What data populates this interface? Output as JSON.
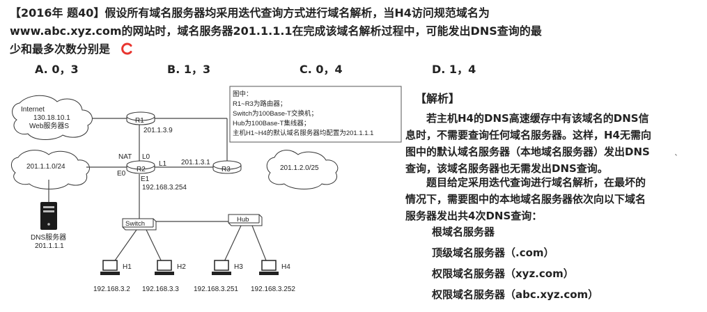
{
  "question": {
    "line1": "【2016年 题40】假设所有域名服务器均采用迭代查询方式进行域名解析，当H4访问规范域名为",
    "line2": "www.abc.xyz.com的网站时，域名服务器201.1.1.1在完成该域名解析过程中，可能发出DNS查询的最",
    "line3": "少和最多次数分别是",
    "answer_mark": "C",
    "answer_color": "#e8352f"
  },
  "options": [
    "A. 0，3",
    "B. 1，3",
    "C. 0，4",
    "D. 1，4"
  ],
  "analysis": {
    "title": "【解析】",
    "para1": "若主机H4的DNS高速缓存中有该域名的DNS信息时，不需要查询任何域名服务器。这样，H4无需向图中的默认域名服务器（本地域名服务器）发出DNS查询，该域名服务器也无需发出DNS查询。",
    "para2": "题目给定采用迭代查询进行域名解析，在最坏的情况下，需要图中的本地域名服务器依次向以下域名服务器发出共4次DNS查询：",
    "servers": [
      "根域名服务器",
      "顶级域名服务器（.com）",
      "权限域名服务器（xyz.com）",
      "权限域名服务器（abc.xyz.com）"
    ],
    "stray_mark": "`"
  },
  "diagram": {
    "legend": [
      "图中：",
      "R1~R3为路由器；",
      "Switch为100Base-T交换机；",
      "Hub为100Base-T集线器；",
      "主机H1~H4的默认域名服务器均配置为201.1.1.1"
    ],
    "internet_label": "Internet",
    "web_ip": "130.18.10.1",
    "web_label": "Web服务器S",
    "net_left": "201.1.1.0/24",
    "net_right": "201.1.2.0/25",
    "r1": "R1",
    "r2": "R2",
    "r3": "R3",
    "r1_ip": "201.1.3.9",
    "nat": "NAT",
    "l0": "L0",
    "l1": "L1",
    "r3_ip": "201.1.3.1",
    "e0": "E0",
    "e1": "E1",
    "e1_ip": "192.168.3.254",
    "switch": "Switch",
    "hub": "Hub",
    "dns_label": "DNS服务器",
    "dns_ip": "201.1.1.1",
    "hosts": [
      {
        "name": "H1",
        "ip": "192.168.3.2"
      },
      {
        "name": "H2",
        "ip": "192.168.3.3"
      },
      {
        "name": "H3",
        "ip": "192.168.3.251"
      },
      {
        "name": "H4",
        "ip": "192.168.3.252"
      }
    ]
  }
}
